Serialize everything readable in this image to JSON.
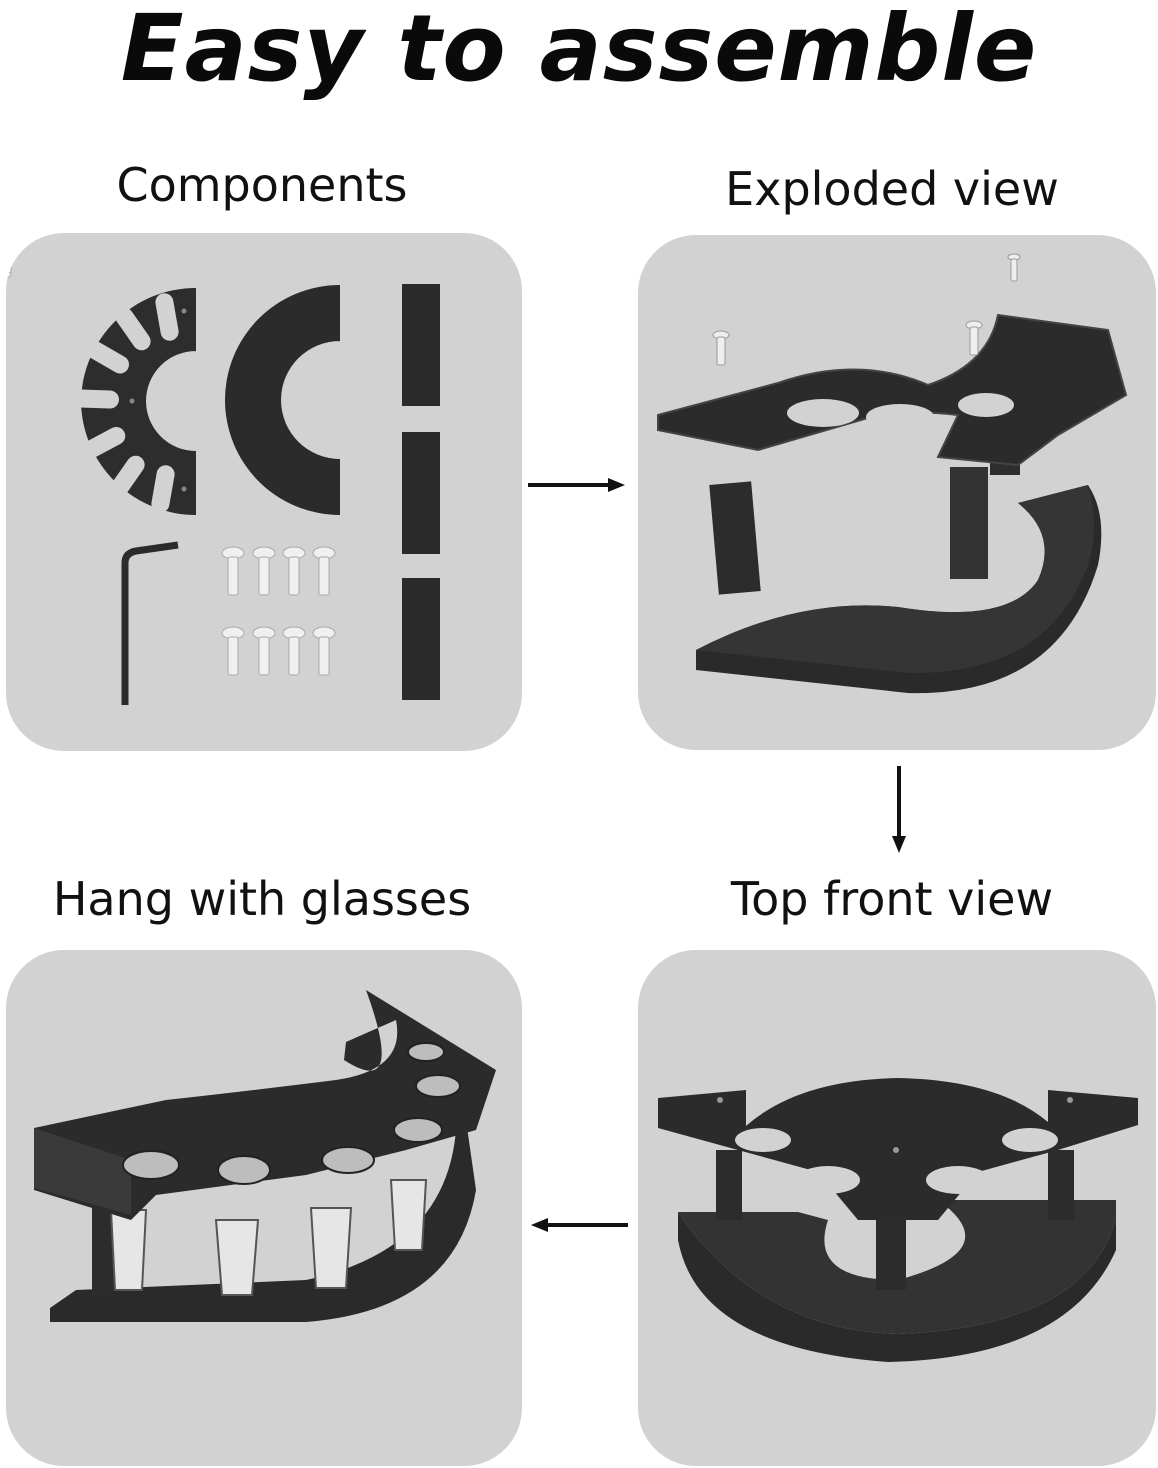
{
  "title": "Easy to assemble",
  "steps": {
    "components": "Components",
    "exploded": "Exploded view",
    "top_front": "Top front view",
    "hang": "Hang with glasses"
  },
  "colors": {
    "panel": "#d2d2d2",
    "wood": "#2a2a2a",
    "wood_light": "#3d3d3d",
    "metal": "#e8e8e8"
  }
}
